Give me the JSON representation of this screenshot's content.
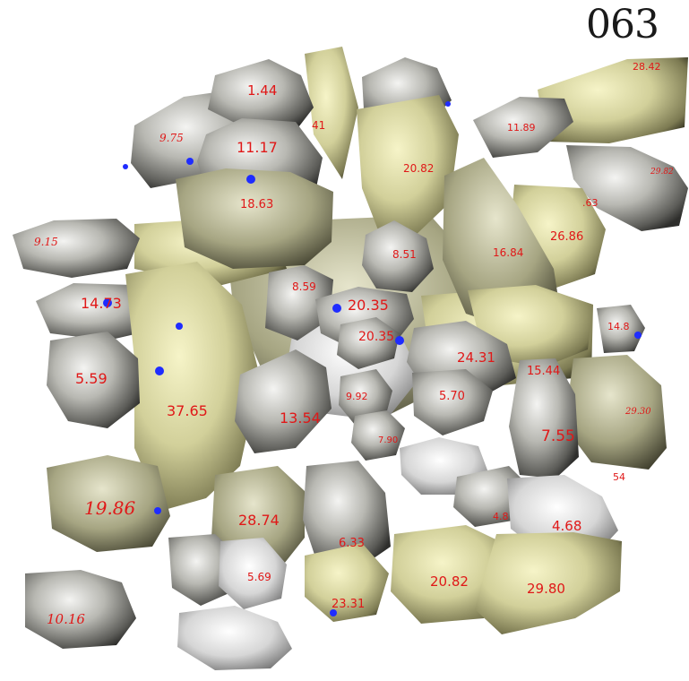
{
  "frame_number": "063",
  "colors": {
    "gray_fragment": "#9a9a94",
    "yellow_fragment": "#d8d69a",
    "label": "#e01818",
    "marker": "#1f2cff",
    "background": "#ffffff"
  },
  "labels": [
    "1.44",
    "9.75",
    "11.17",
    "41",
    "11.89",
    "20.82",
    "18.63",
    "9.15",
    "26.86",
    ".63",
    "8.51",
    "16.84",
    "8.59",
    "20.35",
    "14.73",
    "20.35",
    "14.8",
    "5.59",
    "24.31",
    "15.44",
    "37.65",
    "9.92",
    "5.70",
    "13.54",
    "29.30",
    "7.55",
    "7.90",
    "19.86",
    "28.74",
    "4.68",
    "6.33",
    "5.69",
    "10.16",
    "20.82",
    "29.80",
    "23.31",
    "4.8",
    "54",
    "29.82",
    "28.42"
  ]
}
